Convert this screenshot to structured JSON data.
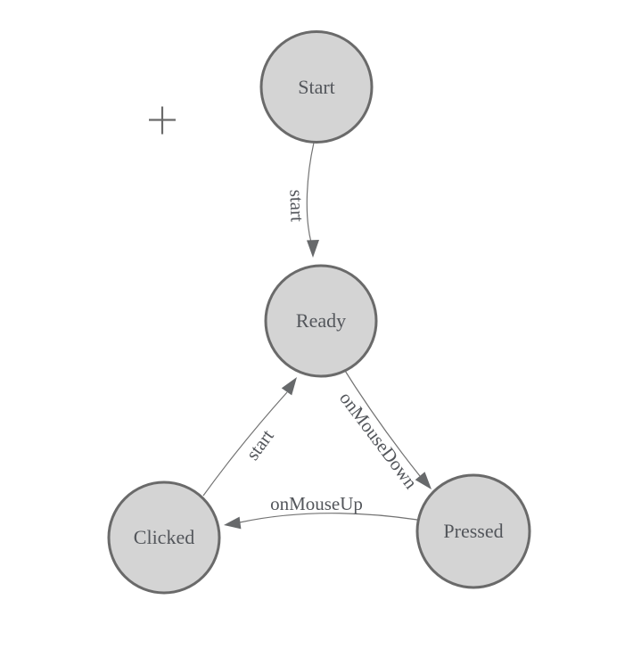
{
  "diagram": {
    "type": "state-machine-diagram",
    "nodes": [
      {
        "id": "start",
        "label": "Start"
      },
      {
        "id": "ready",
        "label": "Ready"
      },
      {
        "id": "clicked",
        "label": "Clicked"
      },
      {
        "id": "pressed",
        "label": "Pressed"
      }
    ],
    "edges": [
      {
        "from": "Start",
        "to": "Ready",
        "label": "start"
      },
      {
        "from": "Ready",
        "to": "Pressed",
        "label": "onMouseDown"
      },
      {
        "from": "Pressed",
        "to": "Clicked",
        "label": "onMouseUp"
      },
      {
        "from": "Clicked",
        "to": "Ready",
        "label": "start"
      }
    ],
    "icons": {
      "crosshair": "plus-crosshair"
    },
    "colors": {
      "background": "#ffffff",
      "node_fill": "#d4d4d4",
      "node_border": "#6a6a6a",
      "edge_line": "#737373",
      "arrowhead": "#67696b",
      "label_text": "#53565b",
      "crosshair": "#6a6a6a"
    }
  }
}
